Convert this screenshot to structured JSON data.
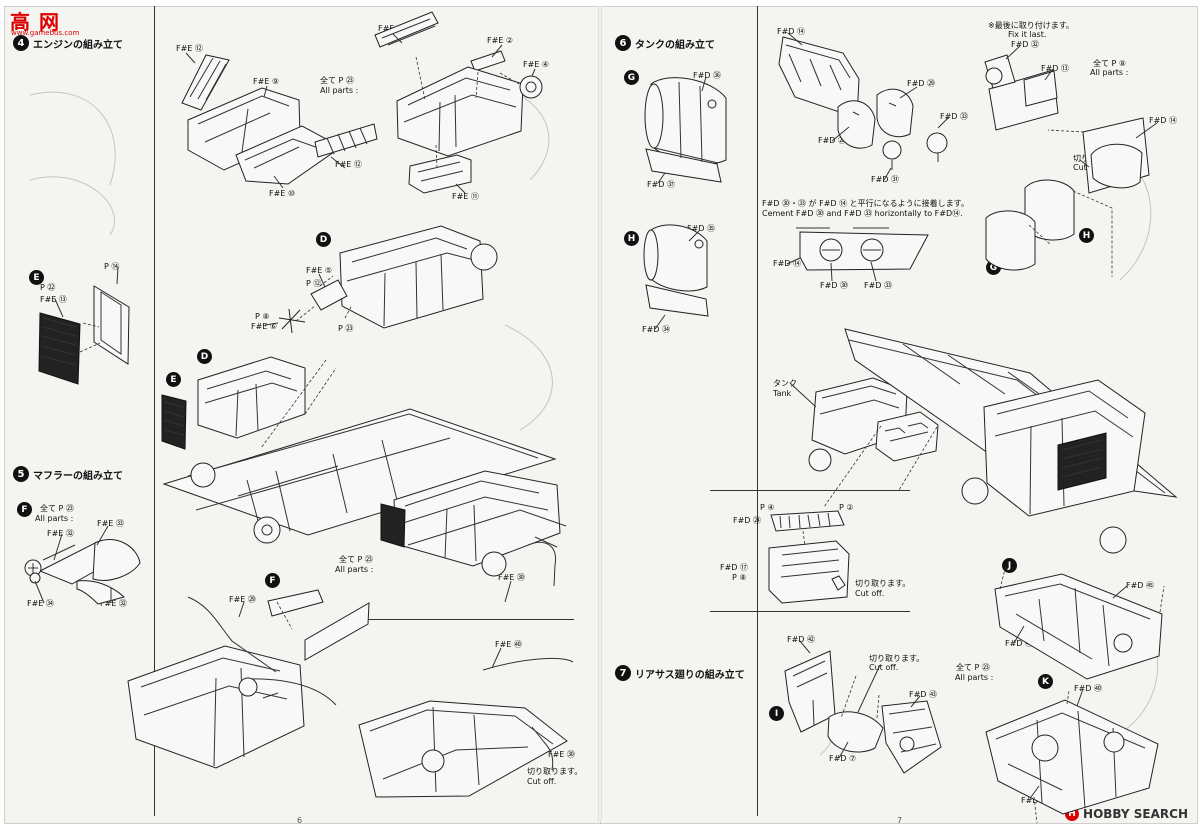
{
  "branding": {
    "top_left": "高 网",
    "top_left_sub": "www.gamebus.com",
    "bottom_right": "HOBBY SEARCH"
  },
  "pages": {
    "left_number": "6",
    "right_number": "7"
  },
  "steps": {
    "s4": {
      "num": "4",
      "title": "エンジンの組み立て"
    },
    "s5": {
      "num": "5",
      "title": "マフラーの組み立て"
    },
    "s6": {
      "num": "6",
      "title": "タンクの組み立て"
    },
    "s7": {
      "num": "7",
      "title": "リアサス廻りの組み立て"
    }
  },
  "letters": [
    "D",
    "E",
    "D",
    "E",
    "F",
    "F",
    "G",
    "H",
    "G",
    "H",
    "I",
    "J",
    "K"
  ],
  "labels": {
    "e12a": "F#E ⑫",
    "e9": "F#E ⑨",
    "e1": "F#E ①",
    "e2": "F#E ②",
    "e4": "F#E ④",
    "e12b": "F#E ⑫",
    "e10": "F#E ⑩",
    "e11": "F#E ⑪",
    "all23a": "全て P ㉓",
    "all_parts_a": "All parts :",
    "e14": "P ⑭",
    "e22": "P ㉒",
    "e13": "F#E ⑬",
    "e5": "F#E ⑤",
    "p12a": "P ⑫",
    "p8": "P ⑧",
    "e6": "F#E ⑥",
    "p23b": "P ㉓",
    "all23b": "全て P ㉓",
    "all_parts_b": "All parts :",
    "e33": "F#E ㉝",
    "e32a": "F#E ㉜",
    "e34": "F#E ㉞",
    "e32b": "F#E ㉜",
    "all23c": "全て P ㉓",
    "all_parts_c": "All parts :",
    "e29": "F#E ㉙",
    "e30a": "F#E ㉚",
    "e40": "F#E ㊵",
    "e30b": "F#E ㉚",
    "cut_jp_a": "切り取ります。",
    "cut_en_a": "Cut off.",
    "d36": "F#D ㊱",
    "d37": "F#D ㊲",
    "d35": "F#D ㉟",
    "d34": "F#D ㉞",
    "d14a": "F#D ⑭",
    "d29": "F#D ㉙",
    "d28": "F#D ㉘",
    "d33": "F#D ㉝",
    "d31": "F#D ㉛",
    "cement_jp": "F#D ㉚・㉝ が F#D ⑭ と平行になるように接着します。",
    "cement_en": "Cement F#D ㉚ and F#D ㉝ horizontally to F#D⑭.",
    "d14b": "F#D ⑭",
    "d30": "F#D ㉚",
    "d33b": "F#D ㉝",
    "fix_jp": "※最後に取り付けます。",
    "fix_en": "Fix it last.",
    "d32": "F#D ㉜",
    "d13": "F#D ⑬",
    "all8": "全て P ⑧",
    "all_parts_d": "All parts :",
    "d14c": "F#D ⑭",
    "cut_jp_b": "切り取ります。",
    "cut_en_b": "Cut off.",
    "tank_jp": "タンク",
    "tank_en": "Tank",
    "p4": "P ④",
    "p2": "P ②",
    "d24": "F#D ㉔",
    "d17": "F#D ⑰",
    "p8b": "P ⑧",
    "cut_jp_c": "切り取ります。",
    "cut_en_c": "Cut off.",
    "d45": "F#D ㊺",
    "d46": "F#D ㊻",
    "d42": "F#D ㊷",
    "cut_jp_d": "切り取ります。",
    "cut_en_d": "Cut off.",
    "d43": "F#D ㊸",
    "d7": "F#D ⑦",
    "all23d": "全て P ㉓",
    "all_parts_e": "All parts :",
    "d40": "F#D ㊵",
    "d41": "F#D ㊶"
  }
}
